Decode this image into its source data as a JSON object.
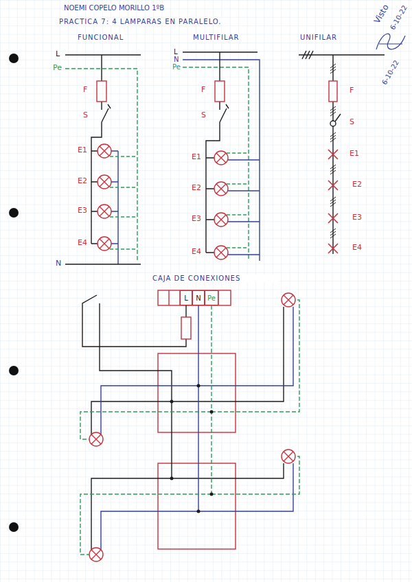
{
  "diagram": {
    "title": "PRACTICA 7: 4 LAMPARAS EN PARALELO.",
    "nodes": [
      {
        "text": [
          "CAJA DE CONEXIONES"
        ]
      },
      {
        "text": [
          "L"
        ],
        "in": 0
      },
      {
        "text": [
          "N"
        ],
        "in": 0
      },
      {
        "text": [
          "Pe"
        ],
        "in": 0
      }
    ],
    "labels": [
      "NOEMI COPELO MORILLO 1ºB",
      "Visto",
      "6-10-22",
      "6-10-22",
      "FUNCIONAL",
      "MULTIFILAR",
      "UNIFILAR",
      "L",
      "Pe",
      "F",
      "S",
      "E1",
      "E2",
      "E3",
      "E4",
      "N",
      "L",
      "N",
      "Pe",
      "F",
      "S",
      "E1",
      "E2",
      "E3",
      "E4",
      "F",
      "S",
      "E1",
      "E2",
      "E3",
      "E4"
    ]
  }
}
